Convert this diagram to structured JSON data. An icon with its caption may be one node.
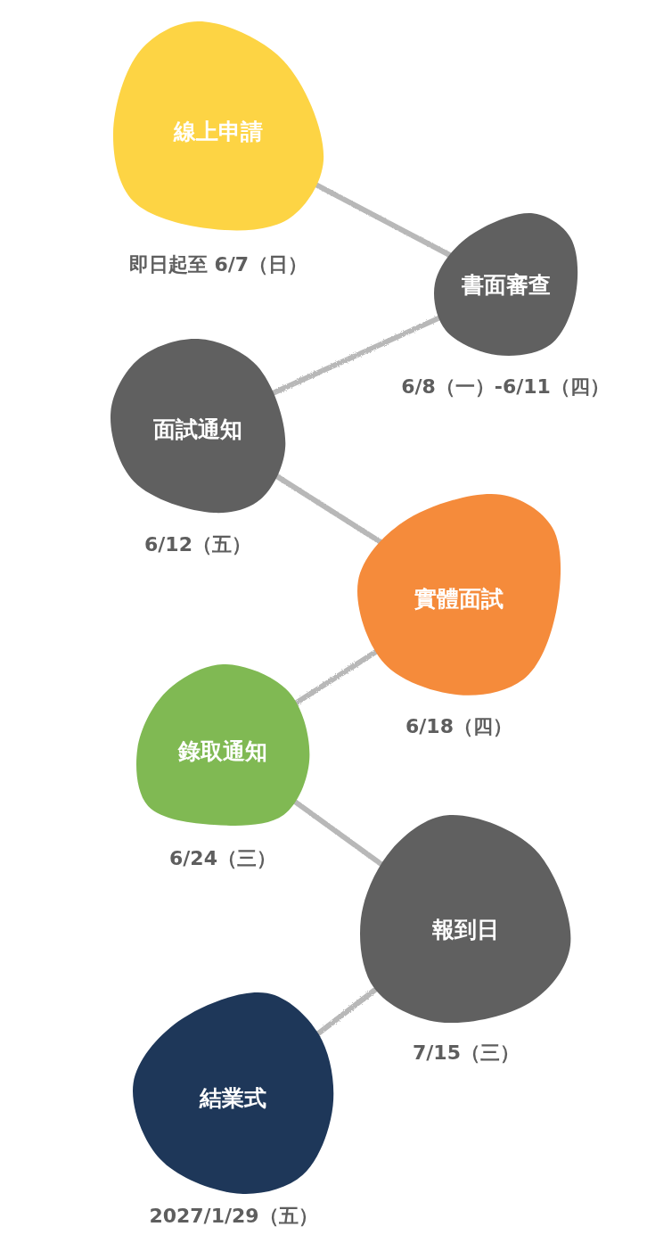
{
  "diagram": {
    "nodes": [
      {
        "text": [
          "線上申請"
        ],
        "beside": [
          "即日起至 6/7（日）"
        ]
      },
      {
        "text": [
          "書面審查"
        ],
        "beside": [
          "6/8（一）-6/11（四）"
        ]
      },
      {
        "text": [
          "面試通知"
        ],
        "beside": [
          "6/12（五）"
        ]
      },
      {
        "text": [
          "實體面試"
        ],
        "beside": [
          "6/18（四）"
        ]
      },
      {
        "text": [
          "錄取通知"
        ],
        "beside": [
          "6/24（三）"
        ]
      },
      {
        "text": [
          "報到日"
        ],
        "beside": [
          "7/15（三）"
        ]
      },
      {
        "text": [
          "結業式"
        ],
        "beside": [
          "2027/1/29（五）"
        ]
      }
    ],
    "edges": [
      {
        "from": 0,
        "to": 1,
        "arrow": "none"
      },
      {
        "from": 1,
        "to": 2,
        "arrow": "none"
      },
      {
        "from": 2,
        "to": 3,
        "arrow": "none"
      },
      {
        "from": 3,
        "to": 4,
        "arrow": "none"
      },
      {
        "from": 4,
        "to": 5,
        "arrow": "none"
      },
      {
        "from": 5,
        "to": 6,
        "arrow": "none"
      }
    ]
  }
}
